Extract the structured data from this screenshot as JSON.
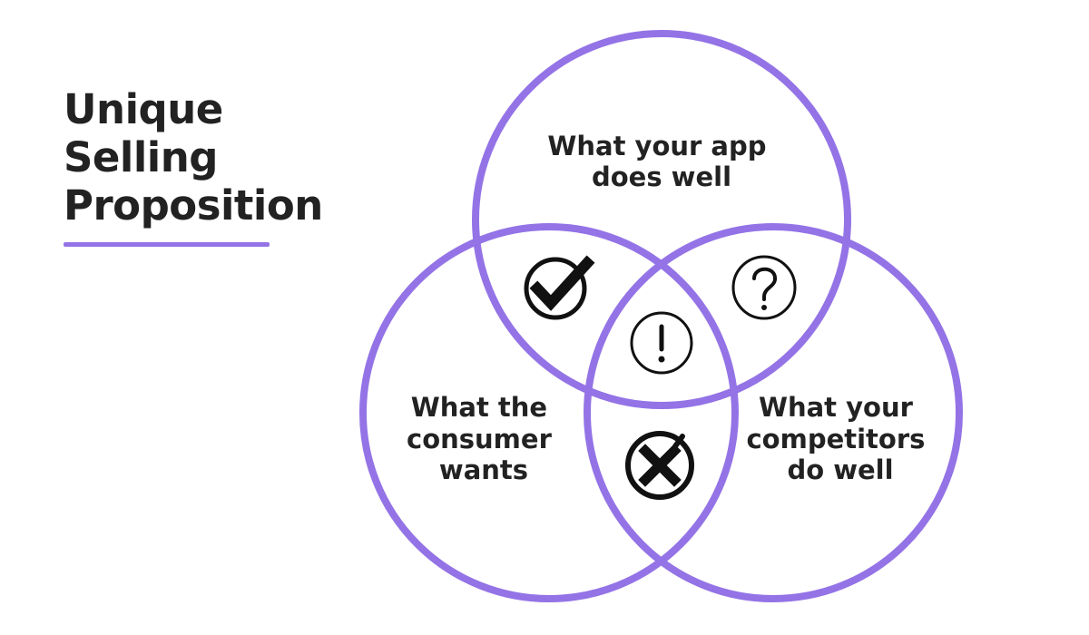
{
  "title": {
    "line1": "Unique",
    "line2": "Selling",
    "line3": "Proposition"
  },
  "colors": {
    "accent": "#9473E6",
    "text": "#222222",
    "icon": "#111111",
    "background": "#FFFFFF"
  },
  "circles": {
    "top": {
      "label_lines": [
        "What your app",
        "does well"
      ]
    },
    "left": {
      "label_lines": [
        "What the",
        "consumer",
        "wants"
      ]
    },
    "right": {
      "label_lines": [
        "What your",
        "competitors",
        "do well"
      ]
    }
  },
  "icons": {
    "app_and_consumer": "check-circle-icon",
    "app_and_competitors": "question-circle-icon",
    "all_three": "exclamation-circle-icon",
    "consumer_and_competitors": "x-circle-icon"
  }
}
